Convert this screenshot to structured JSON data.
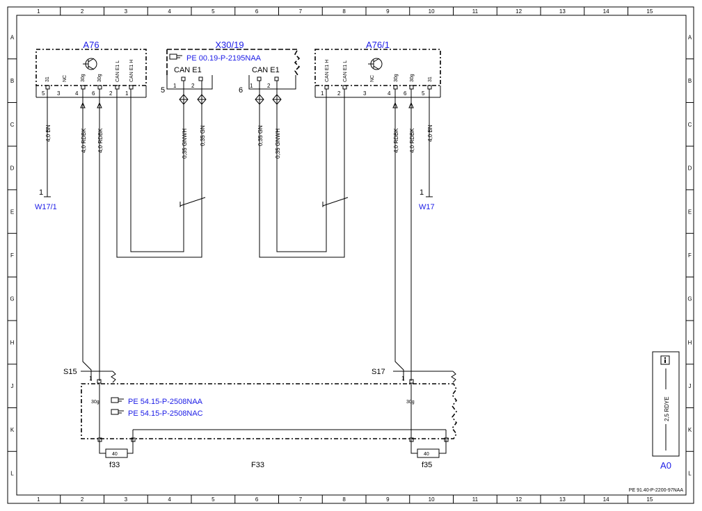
{
  "frame": {
    "columns": [
      "1",
      "2",
      "3",
      "4",
      "5",
      "6",
      "7",
      "8",
      "9",
      "10",
      "11",
      "12",
      "13",
      "14",
      "15"
    ],
    "rows": [
      "A",
      "B",
      "C",
      "D",
      "E",
      "F",
      "G",
      "H",
      "J",
      "K",
      "L"
    ],
    "doc_ref": "PE 91.40-P-2200-97NAA"
  },
  "components": {
    "a76": {
      "name": "A76",
      "pins": [
        {
          "num": "5",
          "label": "31"
        },
        {
          "num": "3",
          "label": "NC"
        },
        {
          "num": "4",
          "label": "30g"
        },
        {
          "num": "6",
          "label": "30g"
        },
        {
          "num": "2",
          "label": "CAN E1 L"
        },
        {
          "num": "1",
          "label": "CAN E1 H"
        }
      ]
    },
    "x30_19": {
      "name": "X30/19",
      "ref": "PE 00.19-P-2195NAA",
      "group5": {
        "num": "5",
        "label": "CAN E1",
        "pins": [
          "1",
          "2"
        ]
      },
      "group6": {
        "num": "6",
        "label": "CAN E1",
        "pins": [
          "1",
          "2"
        ]
      }
    },
    "a76_1": {
      "name": "A76/1",
      "pins": [
        {
          "num": "1",
          "label": "CAN E1 H"
        },
        {
          "num": "2",
          "label": "CAN E1 L"
        },
        {
          "num": "3",
          "label": "NC"
        },
        {
          "num": "4",
          "label": "30g"
        },
        {
          "num": "6",
          "label": "30g"
        },
        {
          "num": "5",
          "label": "31"
        }
      ]
    },
    "w17_1": {
      "name": "W17/1",
      "pin": "1"
    },
    "w17": {
      "name": "W17",
      "pin": "1"
    },
    "s15": {
      "name": "S15",
      "pin": "1"
    },
    "s17": {
      "name": "S17",
      "pin": "1"
    },
    "f33_box": {
      "name": "F33",
      "refs": [
        "PE 54.15-P-2508NAA",
        "PE 54.15-P-2508NAC"
      ],
      "terminal_left": "30g",
      "terminal_right": "30g"
    },
    "fuse_f33": {
      "name": "f33",
      "rating": "40"
    },
    "fuse_f35": {
      "name": "f35",
      "rating": "40"
    },
    "a0": {
      "name": "A0",
      "wire": "2,5 RDYE",
      "icon": "info-icon"
    }
  },
  "wires": {
    "a76_31": "4,0 BN",
    "a76_30g_4": "4,0 RDBK",
    "a76_30g_6": "4,0 RDBK",
    "x5_1": "0,35 GNWH",
    "x5_2": "0,35 GN",
    "x6_1": "0,35 GN",
    "x6_2": "0,35 GNWH",
    "a761_30g_4": "4,0 RDBK",
    "a761_30g_6": "4,0 RDBK",
    "a761_31": "4,0 BN"
  },
  "colors": {
    "link_blue": "#1a1ae6",
    "line": "#000000"
  }
}
